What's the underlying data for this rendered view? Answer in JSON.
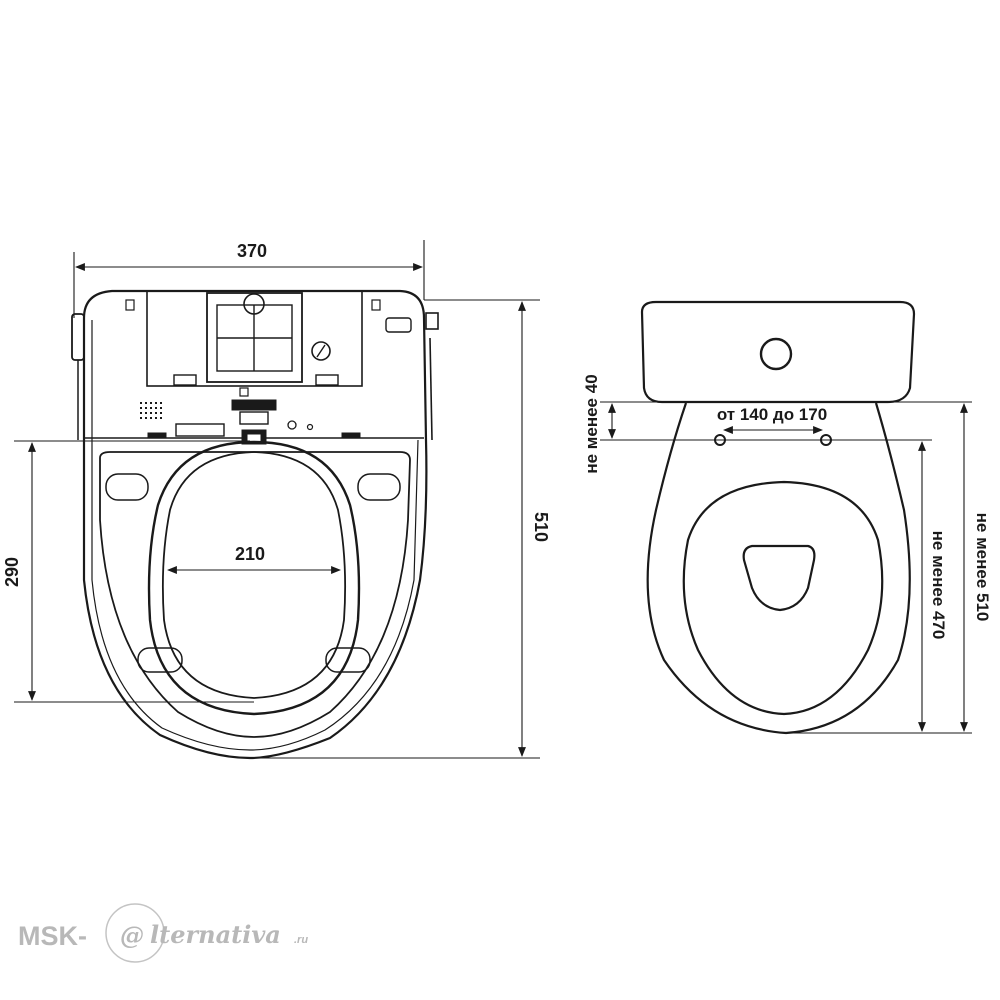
{
  "seat_view": {
    "width_label": "370",
    "length_label": "510",
    "opening_length_label": "290",
    "opening_width_label": "210"
  },
  "toilet_view": {
    "mount_spacing_label": "от 140 до 170",
    "min_tank_gap_label": "не менее 40",
    "min_length_label": "не менее 470",
    "min_total_label": "не менее 510"
  },
  "logo": {
    "prefix": "MSK-",
    "symbol": "@",
    "suffix": "lternativa",
    "tld": ".ru"
  },
  "colors": {
    "stroke": "#1a1a1a",
    "logo": "#b8b8b8"
  }
}
